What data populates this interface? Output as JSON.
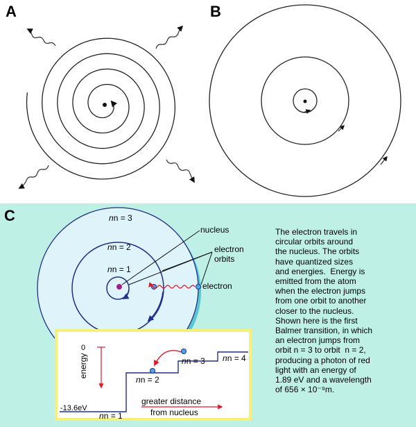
{
  "panels": {
    "a_label": "A",
    "b_label": "B",
    "c_label": "C"
  },
  "orbits": {
    "n3": "n = 3",
    "n2": "n = 2",
    "n1": "n = 1"
  },
  "callouts": {
    "nucleus": "nucleus",
    "electron_orbits_line1": "electron",
    "electron_orbits_line2": "orbits",
    "electron": "electron"
  },
  "energy_diagram": {
    "zero": "0",
    "min": "-13.6eV",
    "axis": "energy",
    "distance_line1": "greater distance",
    "distance_line2": "from nucleus",
    "level1": "n = 1",
    "level2": "n = 2",
    "level3": "n = 3",
    "level4": "n = 4"
  },
  "description": "The electron travels in\ncircular orbits around\nthe nucleus. The orbits\nhave quantized sizes\nand energies.  Energy is\nemitted from the atom\nwhen the electron jumps\nfrom one orbit to another\ncloser to the nucleus.\nShown here is the first\nBalmer transition, in which\nan electron jumps from\norbit n = 3 to orbit  n = 2,\nproducing a photon of red\nlight with an energy of\n1.89 eV and a wavelength\nof 656 × 10⁻⁹m.",
  "colors": {
    "panel_bg": "#bff0e6",
    "orbit_blue": "#1f2f8c",
    "atom_fill": "#dff3fb",
    "shadow": "#5cc7d3",
    "box_border": "#f5f07a",
    "red": "#e0182a",
    "electron": "#4aa8ea",
    "nucleus": "#a0208c"
  }
}
